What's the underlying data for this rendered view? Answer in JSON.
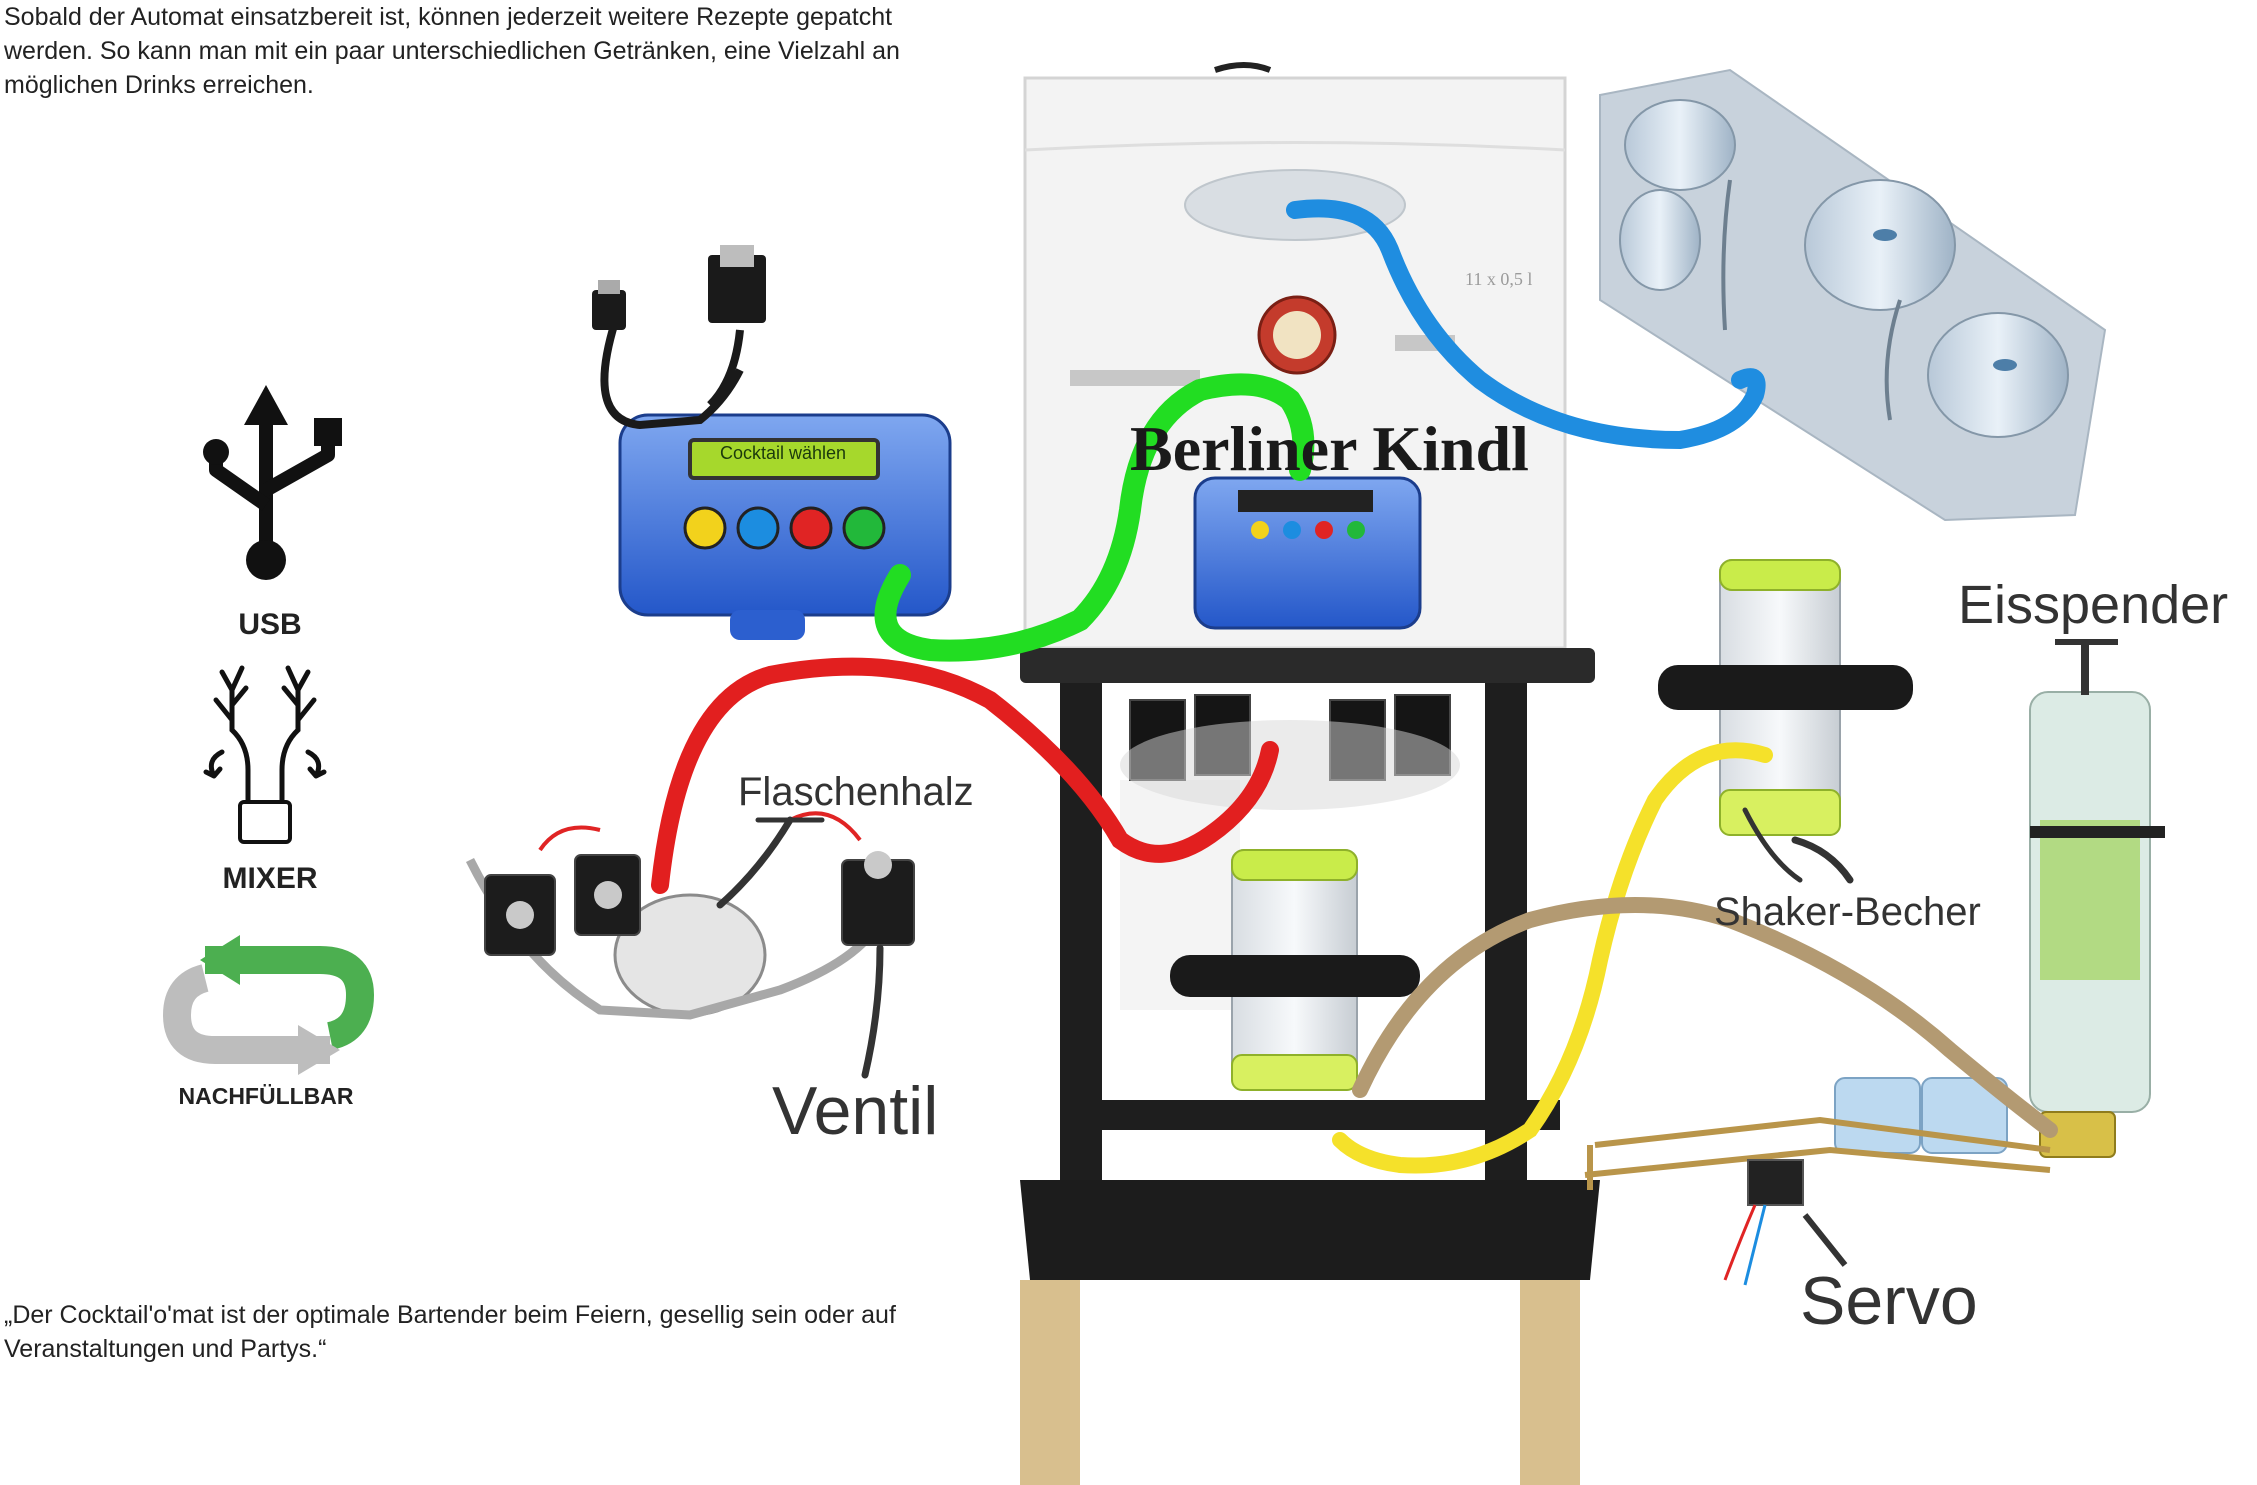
{
  "texts": {
    "intro": "Sobald der Automat einsatzbereit ist, können jederzeit weitere Rezepte gepatcht werden. So kann man mit ein paar unterschiedlichen Getränken, eine Vielzahl an möglichen Drinks erreichen.",
    "quote": "„Der Cocktail'o'mat ist der optimale Bartender beim Feiern, gesellig sein oder auf Veranstaltungen und Partys.“"
  },
  "features": [
    {
      "label": "USB",
      "icon": "usb-icon"
    },
    {
      "label": "MIXER",
      "icon": "mixer-icon"
    },
    {
      "label": "NACHFÜLLBAR",
      "icon": "refill-icon"
    }
  ],
  "callouts": {
    "flaschenhals": "Flaschenhalz",
    "ventil": "Ventil",
    "eisspender": "Eisspender",
    "shaker": "Shaker-Becher",
    "servo": "Servo"
  },
  "controller": {
    "lcd_text": "Cocktail wählen",
    "buttons": [
      "#f2d21c",
      "#1c8de0",
      "#e02424",
      "#22b83a"
    ]
  },
  "crate": {
    "brand": "Berliner Kindl",
    "small": "11 x 0,5 l"
  },
  "colors": {
    "usb_cable": "#1a1a1a",
    "green_cable": "#22dd22",
    "blue_cable": "#1f8de0",
    "red_cable": "#e21f1f",
    "yellow_cable": "#f5e12a",
    "brown_cable": "#b39a72",
    "refill_green": "#4caf50",
    "refill_grey": "#bdbdbd",
    "cup_rim": "#c9ec4a"
  }
}
